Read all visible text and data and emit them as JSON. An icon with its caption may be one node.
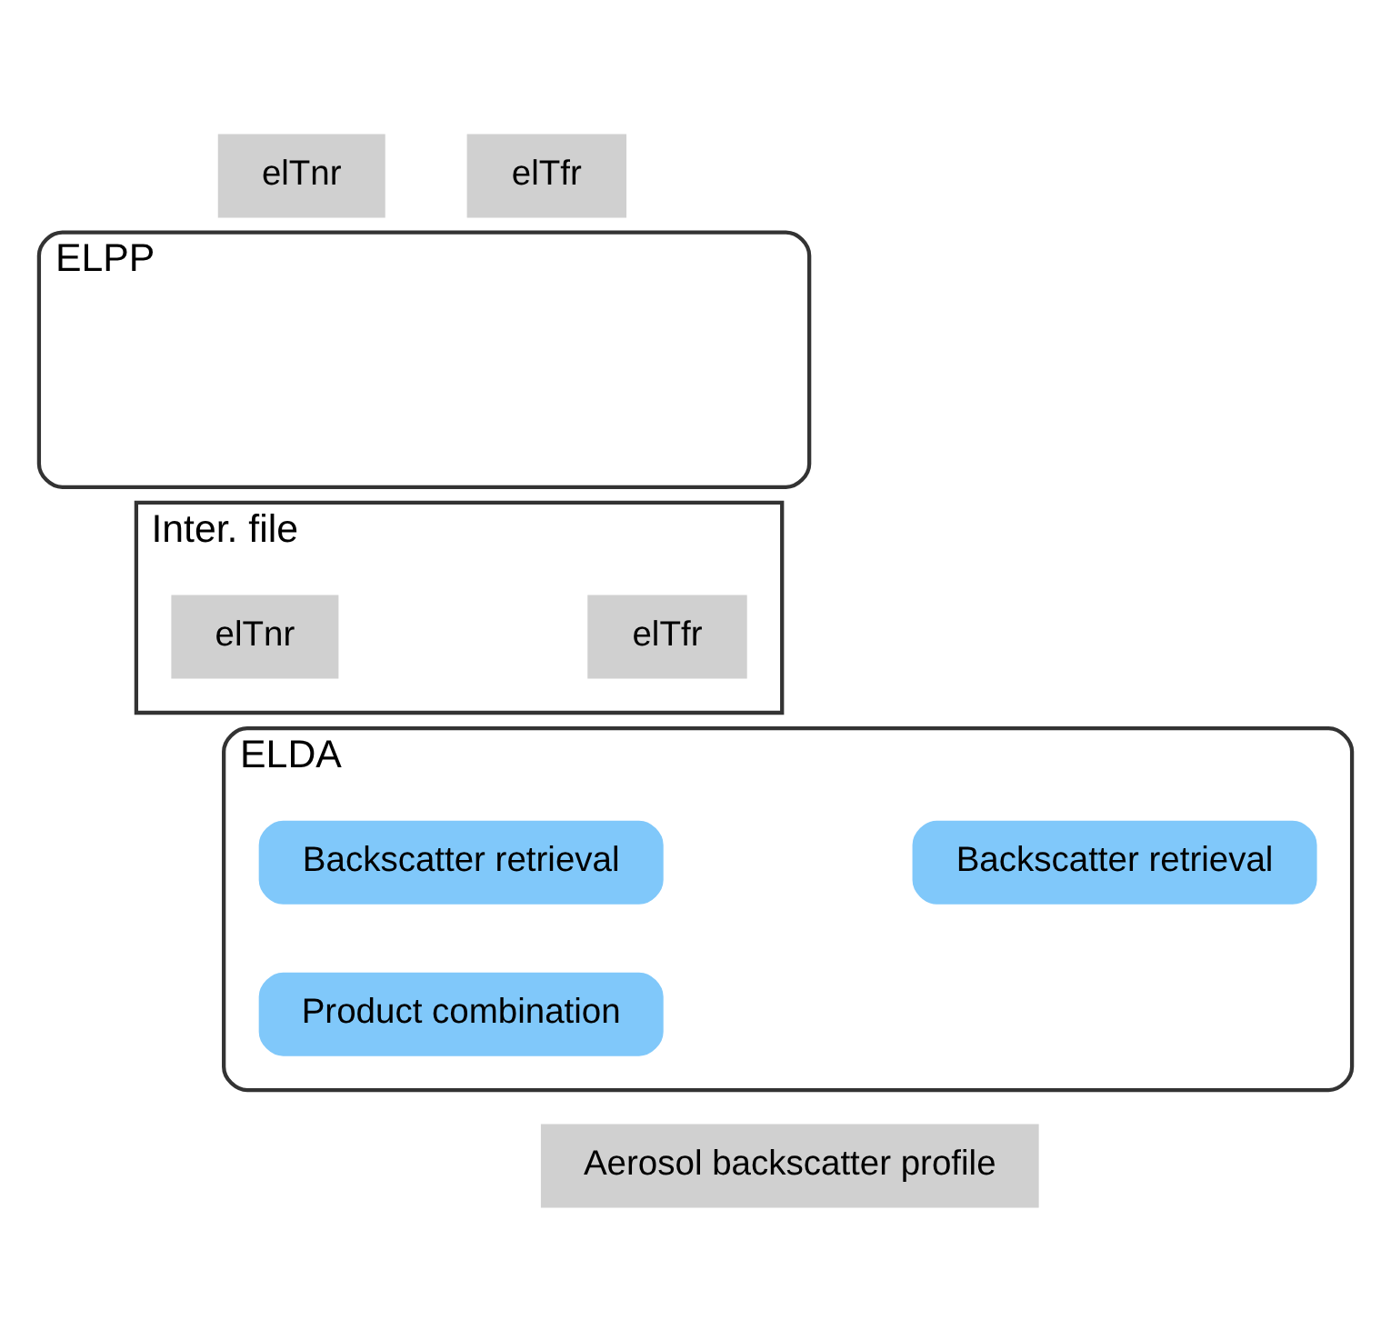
{
  "diagram": {
    "nodes": [
      {
        "text": [
          "elTnr"
        ]
      },
      {
        "text": [
          "elTfr"
        ]
      },
      {
        "text": [
          "ELPP"
        ]
      },
      {
        "text": [
          "Inter. file"
        ]
      },
      {
        "text": [
          "elTnr"
        ],
        "in": 3
      },
      {
        "text": [
          "elTfr"
        ],
        "in": 3
      },
      {
        "text": [
          "ELDA"
        ]
      },
      {
        "text": [
          "Backscatter retrieval"
        ],
        "in": 6
      },
      {
        "text": [
          "Backscatter retrieval"
        ],
        "in": 6
      },
      {
        "text": [
          "Product combination"
        ],
        "in": 6
      },
      {
        "text": [
          "Aerosol backscatter profile"
        ]
      }
    ]
  }
}
